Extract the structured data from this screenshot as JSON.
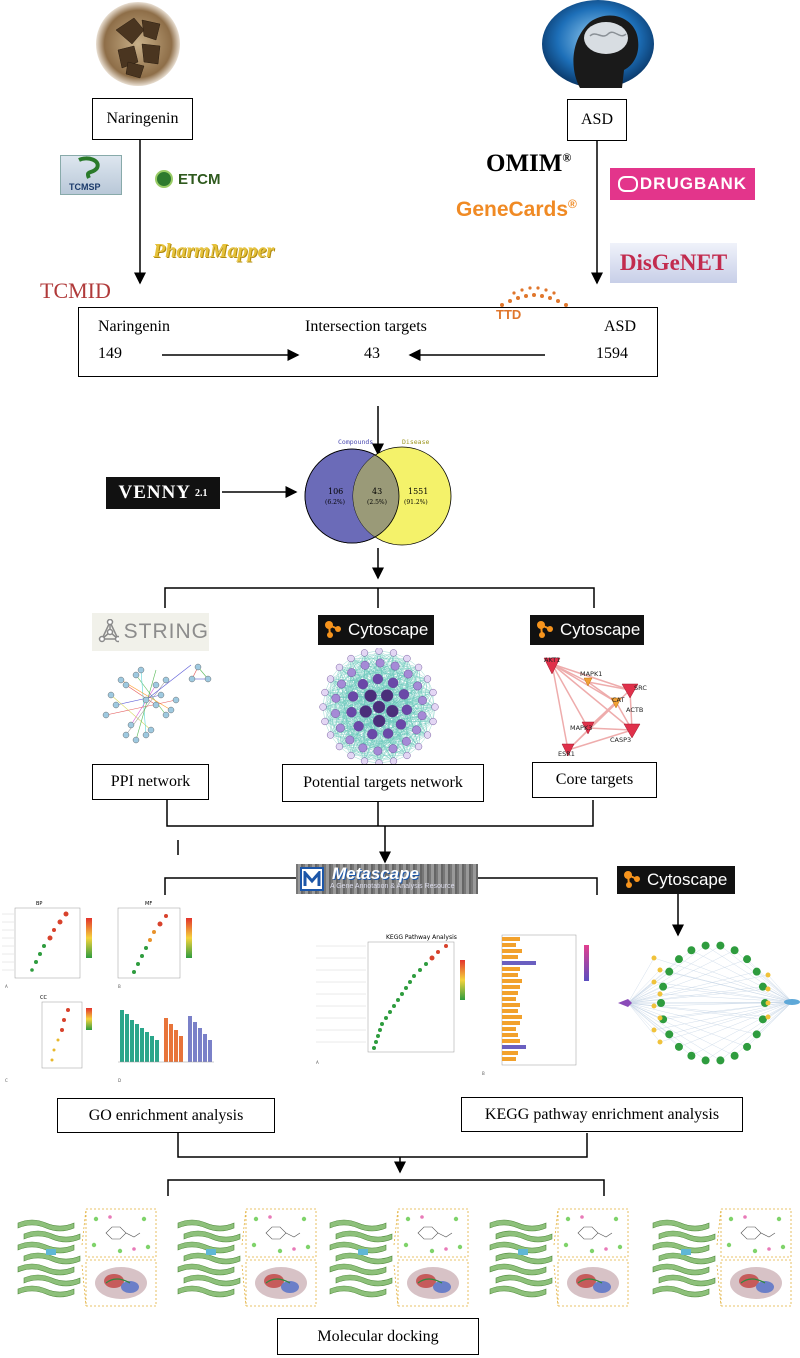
{
  "top_left": {
    "herb_box": "Naringenin",
    "db_tcmsp": "TCMSP",
    "db_etcm": "ETCM",
    "db_pharmmapper": "PharmMapper",
    "db_tcmid": "TCMID"
  },
  "top_right": {
    "disease_box": "ASD",
    "db_omim": "OMIM",
    "db_omim_mark": "®",
    "db_drugbank": "DRUGBANK",
    "db_genecards": "GeneCards",
    "db_genecards_mark": "®",
    "db_disgenet": "DisGeNET",
    "db_ttd": "TTD"
  },
  "intersection": {
    "left_label": "Naringenin",
    "left_value": "149",
    "center_label": "Intersection targets",
    "center_value": "43",
    "right_label": "ASD",
    "right_value": "1594"
  },
  "venn": {
    "tool_name": "VENNY",
    "tool_version": "2.1",
    "set_a": "Compounds",
    "set_b": "Disease",
    "a_only": "106",
    "a_only_pct": "(6.2%)",
    "overlap": "43",
    "overlap_pct": "(2.5%)",
    "b_only": "1551",
    "b_only_pct": "(91.2%)",
    "colors": {
      "a": "#6b6bb8",
      "b": "#f4f26a",
      "overlap": "#9a9a78"
    }
  },
  "network": {
    "string_logo": "STRING",
    "cytoscape_logo_1": "Cytoscape",
    "cytoscape_logo_2": "Cytoscape",
    "core_genes": [
      "AKT1",
      "MAPK1",
      "SRC",
      "CAT",
      "ACTB",
      "MAPK3",
      "CASP3",
      "ESR1"
    ],
    "ppi_box": "PPI network",
    "potential_box": "Potential targets network",
    "core_box": "Core targets"
  },
  "enrichment": {
    "metascape_logo": "Metascape",
    "metascape_tagline": "A Gene Annotation & Analysis Resource",
    "cytoscape_logo_3": "Cytoscape",
    "go_panel_titles": [
      "BP",
      "MF",
      "CC"
    ],
    "go_panel_letters": [
      "A",
      "B",
      "C",
      "D"
    ],
    "kegg_title": "KEGG Pathway Analysis",
    "kegg_panel_letters": [
      "A",
      "B"
    ],
    "go_box": "GO enrichment analysis",
    "kegg_box": "KEGG pathway enrichment analysis"
  },
  "docking": {
    "box": "Molecular docking"
  }
}
